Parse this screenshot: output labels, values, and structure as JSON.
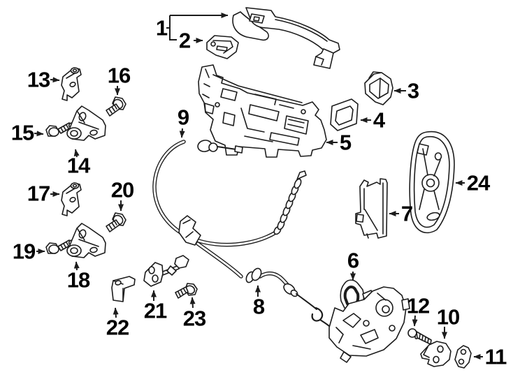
{
  "diagram": {
    "background_color": "#ffffff",
    "line_color": "#1c1c1c",
    "label_color": "#000000",
    "callouts": {
      "c1": {
        "label": "1"
      },
      "c2": {
        "label": "2"
      },
      "c3": {
        "label": "3"
      },
      "c4": {
        "label": "4"
      },
      "c5": {
        "label": "5"
      },
      "c6": {
        "label": "6"
      },
      "c7": {
        "label": "7"
      },
      "c8": {
        "label": "8"
      },
      "c9": {
        "label": "9"
      },
      "c10": {
        "label": "10"
      },
      "c11": {
        "label": "11"
      },
      "c12": {
        "label": "12"
      },
      "c13": {
        "label": "13"
      },
      "c14": {
        "label": "14"
      },
      "c15": {
        "label": "15"
      },
      "c16": {
        "label": "16"
      },
      "c17": {
        "label": "17"
      },
      "c18": {
        "label": "18"
      },
      "c19": {
        "label": "19"
      },
      "c20": {
        "label": "20"
      },
      "c21": {
        "label": "21"
      },
      "c22": {
        "label": "22"
      },
      "c23": {
        "label": "23"
      },
      "c24": {
        "label": "24"
      }
    }
  }
}
